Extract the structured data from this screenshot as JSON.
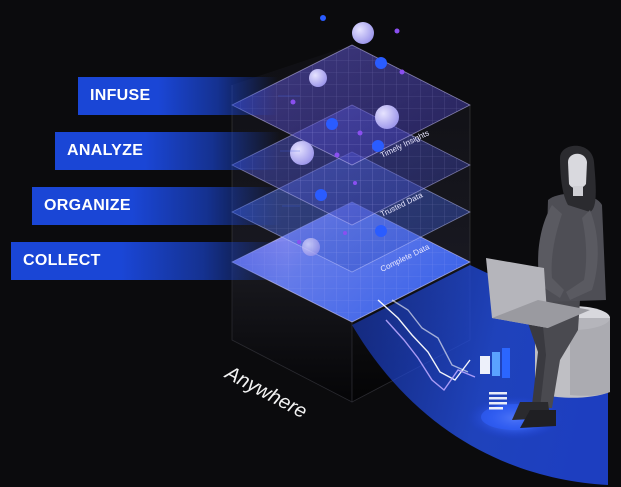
{
  "layers": [
    {
      "id": "infuse",
      "label": "INFUSE"
    },
    {
      "id": "analyze",
      "label": "ANALYZE"
    },
    {
      "id": "organize",
      "label": "ORGANIZE"
    },
    {
      "id": "collect",
      "label": "COLLECT"
    }
  ],
  "plane_captions": {
    "top": "Timely Insights",
    "middle": "Trusted Data",
    "bottom": "Complete Data"
  },
  "footer_caption": "Anywhere",
  "colors": {
    "background": "#0b0b0d",
    "label_blue": "#1a46d6",
    "plane_purple": "#7a6ff0",
    "plane_blue": "#4f7dff",
    "beam_blue": "#1f47d8",
    "bubble_lavender": "#b8b4f5",
    "dot_purple": "#8a4ff0",
    "dot_blue": "#2a5cff"
  },
  "icons": [
    "person-laptop-icon",
    "bar-chart-icon",
    "document-lines-icon"
  ]
}
